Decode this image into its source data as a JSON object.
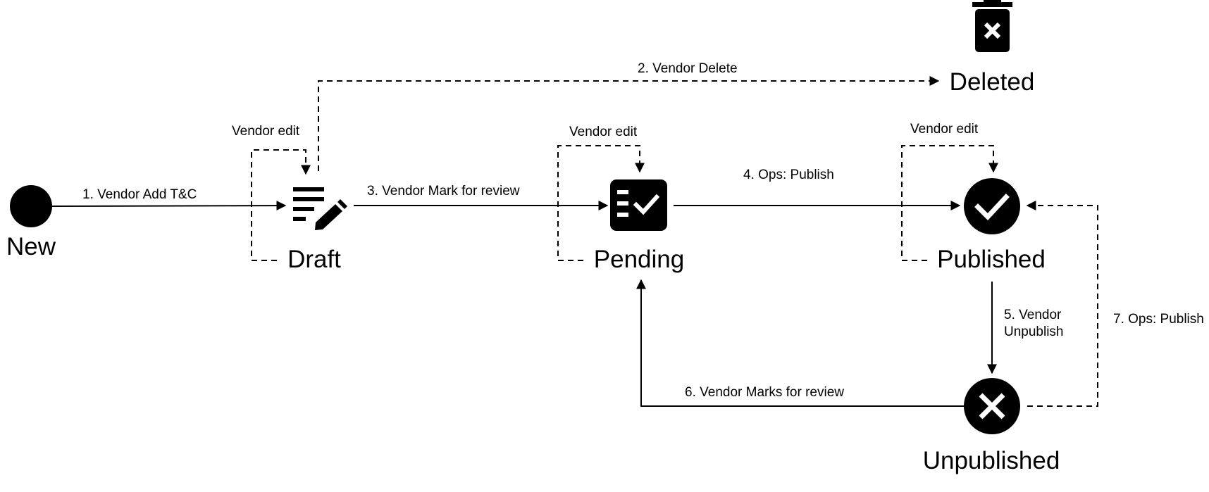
{
  "states": {
    "new": "New",
    "draft": "Draft",
    "pending": "Pending",
    "published": "Published",
    "unpublished": "Unpublished",
    "deleted": "Deleted"
  },
  "transitions": {
    "t1": "1. Vendor Add T&C",
    "t2": "2. Vendor Delete",
    "t3": "3. Vendor Mark for review",
    "t4": "4. Ops: Publish",
    "t5_line1": "5. Vendor",
    "t5_line2": "Unpublish",
    "t6": "6. Vendor Marks for review",
    "t7": "7. Ops: Publish"
  },
  "self_loops": {
    "draft": "Vendor edit",
    "pending": "Vendor edit",
    "published": "Vendor edit"
  },
  "icons": {
    "draft": "edit-note-icon",
    "pending": "checklist-icon",
    "published": "check-circle-icon",
    "unpublished": "cancel-circle-icon",
    "deleted": "trash-icon"
  }
}
